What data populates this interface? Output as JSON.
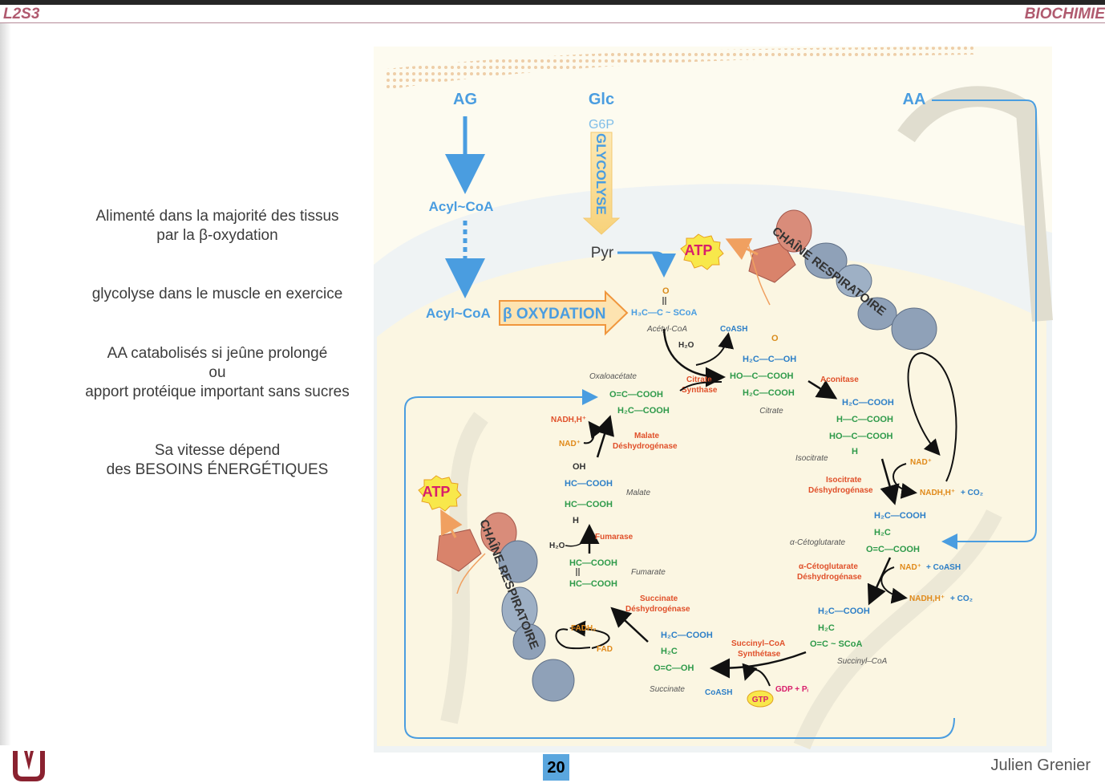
{
  "header": {
    "course": "L2S3",
    "subject": "BIOCHIMIE"
  },
  "side_notes": [
    "Alimenté dans la majorité des tissus",
    "par la β-oxydation",
    "glycolyse dans le muscle en exercice",
    "AA catabolisés si jeûne prolongé",
    "ou",
    "apport protéique important sans sucres",
    "Sa vitesse dépend",
    "des BESOINS ÉNERGÉTIQUES"
  ],
  "inputs": {
    "ag": "AG",
    "glc": "Glc",
    "aa": "AA",
    "g6p": "G6P",
    "glycolyse": "GLYCOLYSE",
    "pyr": "Pyr",
    "acyl_coa": "Acyl~CoA",
    "beta_oxydation": "β OXYDATION"
  },
  "energy": {
    "atp": "ATP",
    "chaine": "CHAÎNE RESPIRATOIRE",
    "gtp": "GTP"
  },
  "cycle": {
    "acetyl_coa": "Acétyl-CoA",
    "oxaloacetate": "Oxaloacétate",
    "citrate": "Citrate",
    "isocitrate": "Isocitrate",
    "alpha_ketoglutarate": "α-Cétoglutarate",
    "succinyl_coa": "Succinyl–CoA",
    "succinate": "Succinate",
    "fumarate": "Fumarate",
    "malate": "Malate"
  },
  "enzymes": {
    "citrate_synthase": [
      "Citrate",
      "Synthase"
    ],
    "aconitase": "Aconitase",
    "isocitrate_dh": [
      "Isocitrate",
      "Déshydrogénase"
    ],
    "akg_dh": [
      "α-Cétoglutarate",
      "Déshydrogénase"
    ],
    "succinyl_coa_synthetase": [
      "Succinyl–CoA",
      "Synthétase"
    ],
    "succinate_dh": [
      "Succinate",
      "Déshydrogénase"
    ],
    "fumarase": "Fumarase",
    "malate_dh": [
      "Malate",
      "Déshydrogénase"
    ]
  },
  "cofactors": {
    "h2o": "H₂O",
    "coash": "CoASH",
    "nad": "NAD⁺",
    "nadh": "NADH,H⁺",
    "co2": "+ CO₂",
    "nad_coash": "+ CoASH",
    "gdp": "GDP + Pᵢ",
    "fad": "FAD",
    "fadh2": "FADH₂"
  },
  "footer": {
    "page": "20",
    "author": "Julien Grenier"
  },
  "colors": {
    "accent_blue": "#4a9de0",
    "enzyme_red": "#e0502a",
    "atp_magenta": "#d81e6b",
    "header_mauve": "#b05a6f"
  }
}
